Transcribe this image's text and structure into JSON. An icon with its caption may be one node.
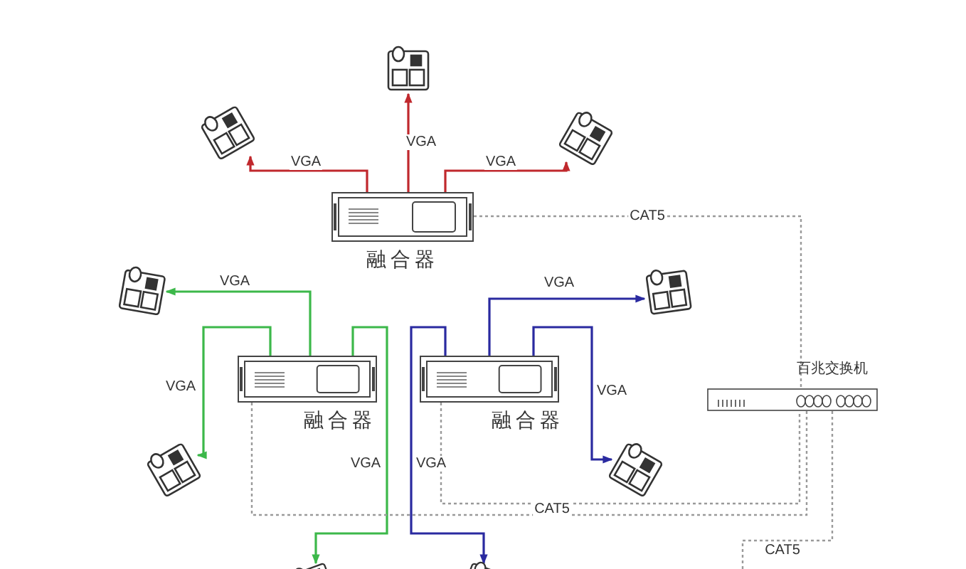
{
  "diagram": {
    "nodes": [
      {
        "text": [],
        "shape": "picture"
      },
      {
        "text": [],
        "shape": "picture"
      },
      {
        "text": [],
        "shape": "picture"
      },
      {
        "text": [
          "融合器"
        ]
      },
      {
        "text": [],
        "shape": "picture"
      },
      {
        "text": [],
        "shape": "picture"
      },
      {
        "text": [
          "融合器"
        ]
      },
      {
        "text": [
          "融合器"
        ]
      },
      {
        "text": [
          "百兆交换机"
        ]
      },
      {
        "text": [],
        "shape": "picture"
      },
      {
        "text": [],
        "shape": "picture"
      },
      {
        "text": [],
        "shape": "picture"
      },
      {
        "text": [],
        "shape": "picture"
      }
    ],
    "edges": [
      {
        "from": 3,
        "to": 1,
        "arrow": "to",
        "label": "VGA",
        "color": "#c0282d"
      },
      {
        "from": 3,
        "to": 0,
        "arrow": "to",
        "label": "VGA",
        "color": "#c0282d"
      },
      {
        "from": 3,
        "to": 2,
        "arrow": "to",
        "label": "VGA",
        "color": "#c0282d"
      },
      {
        "from": 3,
        "to": 8,
        "arrow": "none",
        "label": "CAT5",
        "style": "dashed"
      },
      {
        "from": 6,
        "to": 4,
        "arrow": "to",
        "label": "VGA",
        "color": "#3cb84a"
      },
      {
        "from": 6,
        "to": 9,
        "arrow": "to",
        "label": "VGA",
        "color": "#3cb84a"
      },
      {
        "from": 6,
        "to": 11,
        "arrow": "to",
        "label": "VGA",
        "color": "#3cb84a"
      },
      {
        "from": 7,
        "to": 12,
        "arrow": "to",
        "label": "VGA",
        "color": "#2a2aa0"
      },
      {
        "from": 7,
        "to": 5,
        "arrow": "to",
        "label": "VGA",
        "color": "#2a2aa0"
      },
      {
        "from": 7,
        "to": 10,
        "arrow": "to",
        "label": "VGA",
        "color": "#2a2aa0"
      },
      {
        "from": 6,
        "to": 8,
        "arrow": "none",
        "style": "dashed"
      },
      {
        "from": 7,
        "to": 8,
        "arrow": "none",
        "label": "CAT5",
        "style": "dashed"
      },
      {
        "from": 8,
        "to": null,
        "arrow": "none",
        "label": "CAT5",
        "style": "dashed"
      }
    ]
  }
}
